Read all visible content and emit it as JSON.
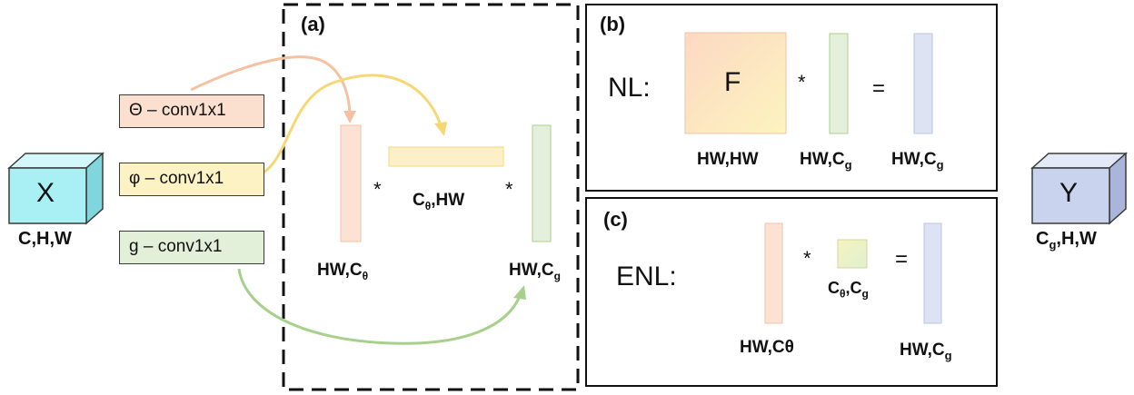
{
  "input": {
    "label": "X",
    "shape": "C,H,W",
    "color": "#a8f0f4"
  },
  "output": {
    "label": "Y",
    "shape_prefix": "C",
    "shape_sub": "g",
    "shape_suffix": ",H,W",
    "color": "#c9d3ee"
  },
  "convs": [
    {
      "label": "Θ – conv1x1",
      "color": "#fbe0cf"
    },
    {
      "label": "φ  – conv1x1",
      "color": "#fdf2c4"
    },
    {
      "label": "g – conv1x1",
      "color": "#e2efd9"
    }
  ],
  "panel_a": {
    "tag": "(a)",
    "theta_dim_prefix": "HW,C",
    "theta_dim_sub": "θ",
    "phi_dim_prefix": "C",
    "phi_dim_sub": "θ",
    "phi_dim_suffix": ",HW",
    "g_dim_prefix": "HW,C",
    "g_dim_sub": "g",
    "op1": "*",
    "op2": "*"
  },
  "panel_b": {
    "tag": "(b)",
    "name": "NL:",
    "matrix_label": "F",
    "dim1": "HW,HW",
    "dim2_prefix": "HW,C",
    "dim2_sub": "g",
    "dim3_prefix": "HW,C",
    "dim3_sub": "g",
    "op_mul": "*",
    "op_eq": "="
  },
  "panel_c": {
    "tag": "(c)",
    "name": "ENL:",
    "dim1": "HW,Cθ",
    "dim2_prefix": "C",
    "dim2_sub": "θ",
    "dim2_mid": ",C",
    "dim2_sub2": "g",
    "dim3_prefix": "HW,C",
    "dim3_sub": "g",
    "op_mul": "*",
    "op_eq": "="
  },
  "colors": {
    "theta": "#f4c2a0",
    "phi": "#f7d774",
    "g": "#a8d08d",
    "theta_fill": "#fbe2d4",
    "phi_fill": "#fdf0c8",
    "g_fill": "#e4f0dc",
    "out_fill": "#dde3f3"
  }
}
